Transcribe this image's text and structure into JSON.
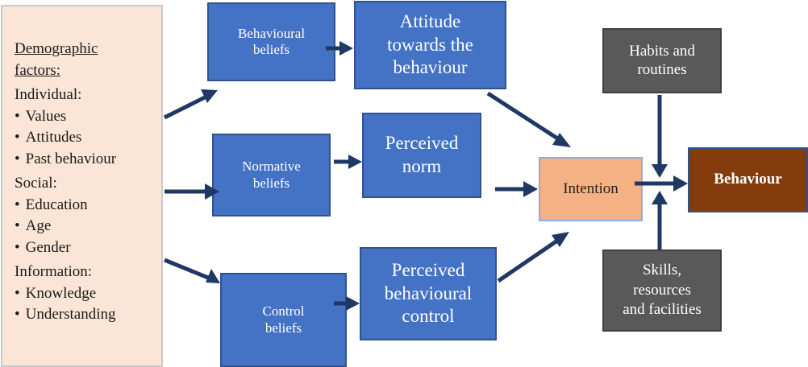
{
  "demographics": {
    "title_line1": "Demographic",
    "title_line2": "factors:",
    "groups": [
      {
        "label": "Individual:",
        "items": [
          "Values",
          "Attitudes",
          "Past behaviour"
        ]
      },
      {
        "label": "Social:",
        "items": [
          "Education",
          "Age",
          "Gender"
        ]
      },
      {
        "label": "Information:",
        "items": [
          "Knowledge",
          "Understanding"
        ]
      }
    ]
  },
  "beliefs": {
    "behavioural": [
      "Behavioural",
      "beliefs"
    ],
    "normative": [
      "Normative",
      "beliefs"
    ],
    "control": [
      "Control",
      "beliefs"
    ]
  },
  "constructs": {
    "attitude": [
      "Attitude",
      "towards the",
      "behaviour"
    ],
    "norm": [
      "Perceived",
      "norm"
    ],
    "control": [
      "Perceived",
      "behavioural",
      "control"
    ]
  },
  "intention": "Intention",
  "behaviour": "Behaviour",
  "habits": [
    "Habits and",
    "routines"
  ],
  "skills": [
    "Skills,",
    "resources",
    "and facilities"
  ],
  "colors": {
    "blue_box": "#4472c4",
    "gray_box": "#595959",
    "intention_box": "#f4b183",
    "behaviour_box": "#843c0c",
    "demographic_panel": "#fbe5d6",
    "arrow": "#1f3864"
  }
}
